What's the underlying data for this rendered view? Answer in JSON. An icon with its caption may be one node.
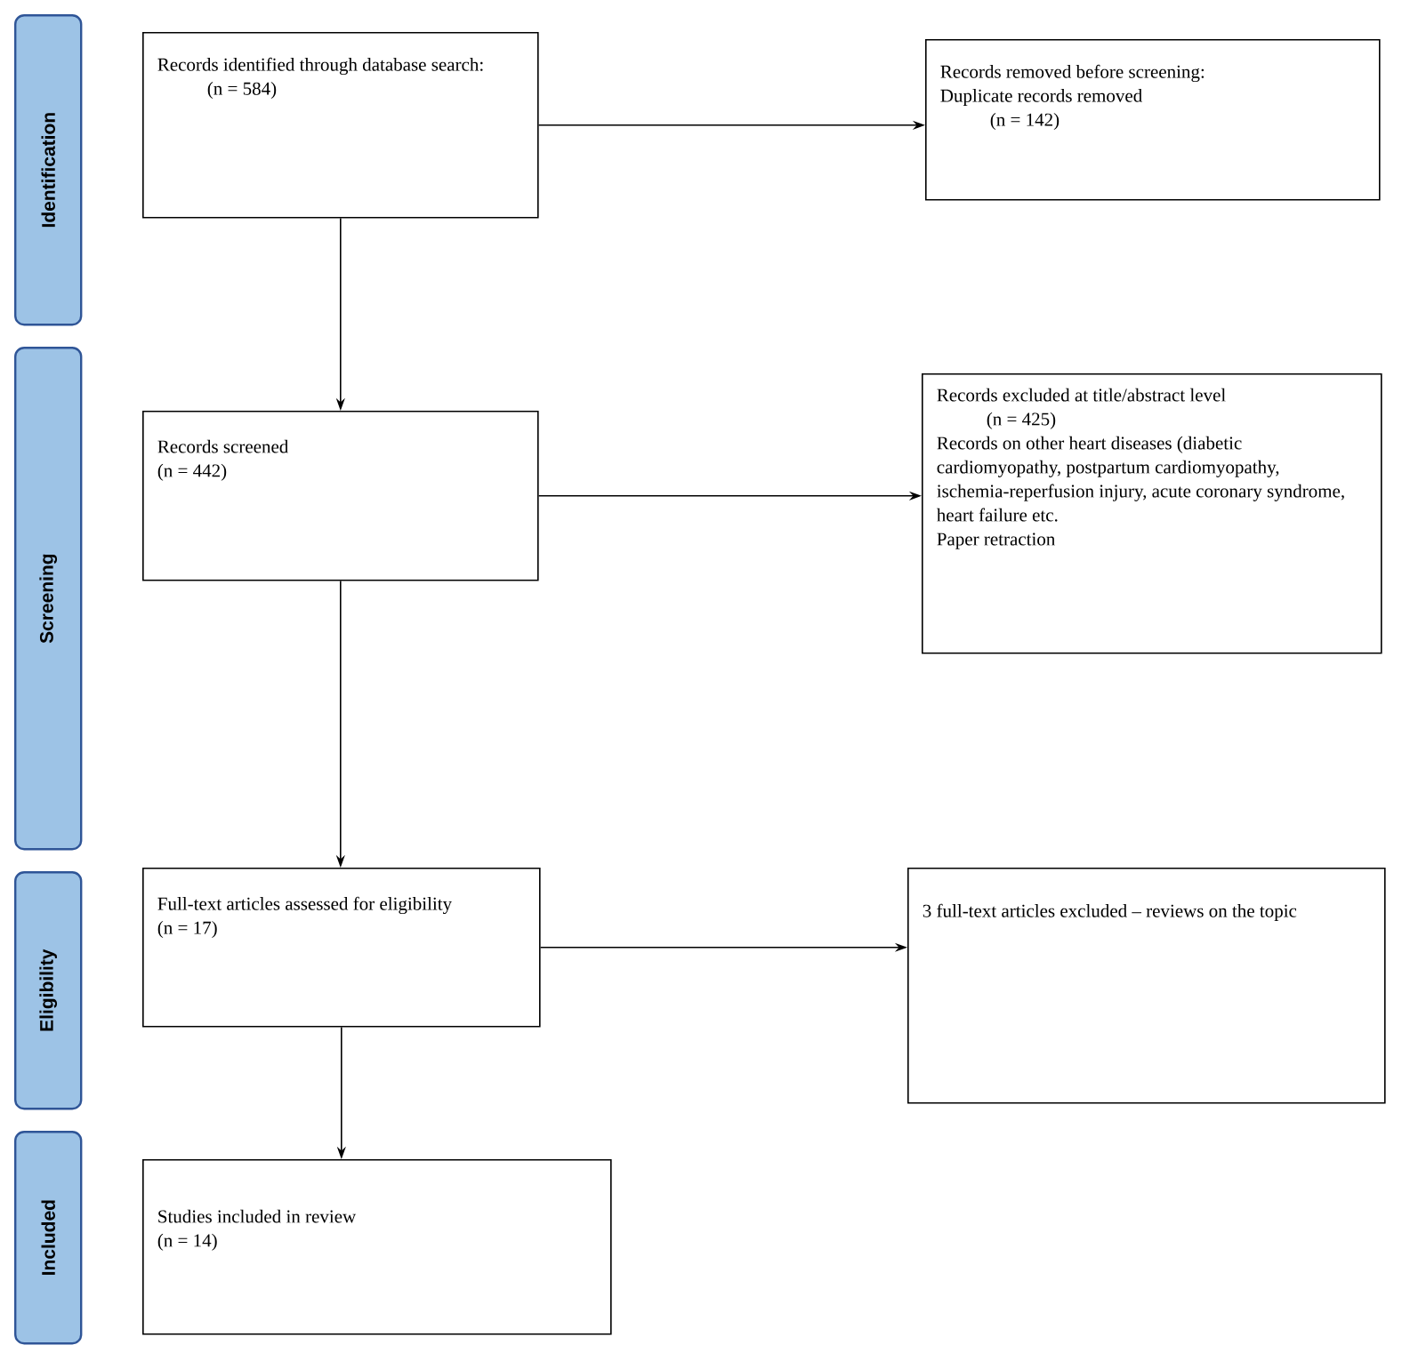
{
  "diagram": {
    "nodes": [
      {
        "text": [
          "Identification"
        ]
      },
      {
        "text": [
          "Records identified through database search:",
          "(n = 584)"
        ]
      },
      {
        "text": [
          "Records removed before screening:",
          "Duplicate records removed",
          "(n = 142)"
        ]
      },
      {
        "text": [
          "Screening"
        ]
      },
      {
        "text": [
          "Records screened",
          "(n = 442)"
        ]
      },
      {
        "text": [
          "Records excluded at title/abstract level",
          "(n = 425)",
          "Records on other heart diseases (diabetic cardiomyopathy, postpartum cardiomyopathy, ischemia-reperfusion injury, acute coronary syndrome, heart failure etc.",
          "Paper retraction"
        ]
      },
      {
        "text": [
          "Eligibility"
        ]
      },
      {
        "text": [
          "Full-text articles assessed for eligibility",
          "(n = 17)"
        ]
      },
      {
        "text": [
          "3 full-text articles excluded – reviews on the topic"
        ]
      },
      {
        "text": [
          "Included"
        ]
      },
      {
        "text": [
          "Studies included in review",
          "(n = 14)"
        ]
      }
    ],
    "edges": [
      {
        "from": 1,
        "to": 2,
        "arrow": "to"
      },
      {
        "from": 1,
        "to": 4,
        "arrow": "to"
      },
      {
        "from": 4,
        "to": 5,
        "arrow": "to"
      },
      {
        "from": 4,
        "to": 7,
        "arrow": "to"
      },
      {
        "from": 7,
        "to": 8,
        "arrow": "to"
      },
      {
        "from": 7,
        "to": 10,
        "arrow": "to"
      }
    ]
  }
}
